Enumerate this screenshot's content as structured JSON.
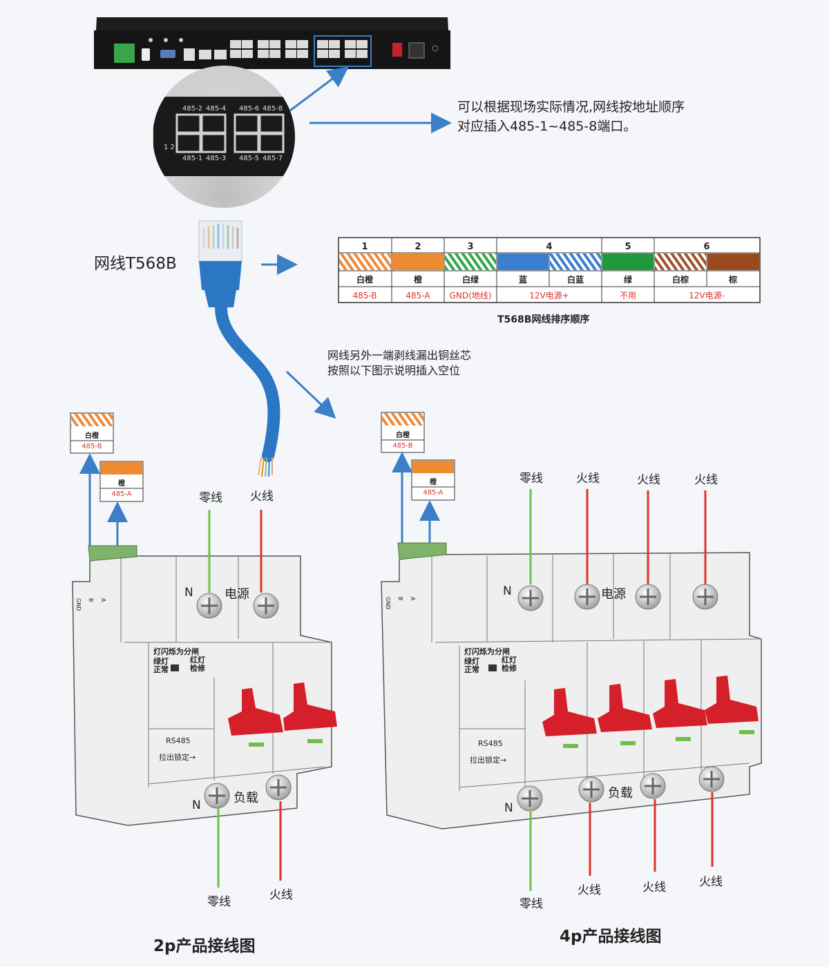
{
  "device": {
    "ports_top": [
      "485-2",
      "485-4",
      "485-6",
      "485-8"
    ],
    "ports_bottom": [
      "485-1",
      "485-3",
      "485-5",
      "485-7"
    ],
    "zoom_side": "1 2"
  },
  "notes": {
    "plug_in_line1": "可以根据现场实际情况,网线按地址顺序",
    "plug_in_line2": "对应插入485-1~485-8端口。",
    "strip_line1": "网线另外一端剥线漏出铜丝芯",
    "strip_line2": "按照以下图示说明插入空位",
    "cable_label": "网线T568B"
  },
  "t568b": {
    "caption": "T568B网线排序顺序",
    "groups": [
      {
        "num": "1",
        "wires": [
          {
            "color_name": "白橙",
            "stripe": "#f08a3a"
          }
        ],
        "function": "485-B"
      },
      {
        "num": "2",
        "wires": [
          {
            "color_name": "橙",
            "solid": "#ee8a2f"
          }
        ],
        "function": "485-A"
      },
      {
        "num": "3",
        "wires": [
          {
            "color_name": "白绿",
            "stripe": "#2fa84a"
          }
        ],
        "function": "GND(地线)"
      },
      {
        "num": "4",
        "wires": [
          {
            "color_name": "蓝",
            "solid": "#3a7fd0"
          },
          {
            "color_name": "白蓝",
            "stripe": "#3a7fd0"
          }
        ],
        "function": "12V电源+"
      },
      {
        "num": "5",
        "wires": [
          {
            "color_name": "绿",
            "solid": "#1e9a3a"
          }
        ],
        "function": "不用"
      },
      {
        "num": "6",
        "wires": [
          {
            "color_name": "白棕",
            "stripe": "#a0522d"
          },
          {
            "color_name": "棕",
            "solid": "#9a4a1e"
          }
        ],
        "function": "12V电源-"
      }
    ]
  },
  "breaker_2p": {
    "tag_b": {
      "color_name": "白橙",
      "function": "485-B"
    },
    "tag_a": {
      "color_name": "橙",
      "function": "485-A"
    },
    "terminal_labels": [
      "GND",
      "B",
      "A"
    ],
    "top_wires": [
      "零线",
      "火线"
    ],
    "neutral": "N",
    "power": "电源",
    "load": "负载",
    "indicator_title": "灯闪烁为分闸",
    "indicator_green": "绿灯\n正常",
    "indicator_red": "红灯\n检修",
    "rs485": "RS485",
    "lock": "拉出锁定→",
    "bottom_wires": [
      "零线",
      "火线"
    ],
    "caption": "2p产品接线图"
  },
  "breaker_4p": {
    "tag_b": {
      "color_name": "白橙",
      "function": "485-B"
    },
    "tag_a": {
      "color_name": "橙",
      "function": "485-A"
    },
    "terminal_labels": [
      "GND",
      "B",
      "A"
    ],
    "top_wires": [
      "零线",
      "火线",
      "火线",
      "火线"
    ],
    "neutral": "N",
    "power": "电源",
    "load": "负载",
    "indicator_title": "灯闪烁为分闸",
    "indicator_green": "绿灯\n正常",
    "indicator_red": "红灯\n检修",
    "rs485": "RS485",
    "lock": "拉出锁定→",
    "bottom_wires": [
      "零线",
      "火线",
      "火线",
      "火线"
    ],
    "caption": "4p产品接线图"
  },
  "colors": {
    "arrow_blue": "#3a7fc8",
    "neutral_green": "#6cc04a",
    "live_red": "#e0332c",
    "handle_red": "#d51f2a",
    "function_red": "#e0332c"
  }
}
